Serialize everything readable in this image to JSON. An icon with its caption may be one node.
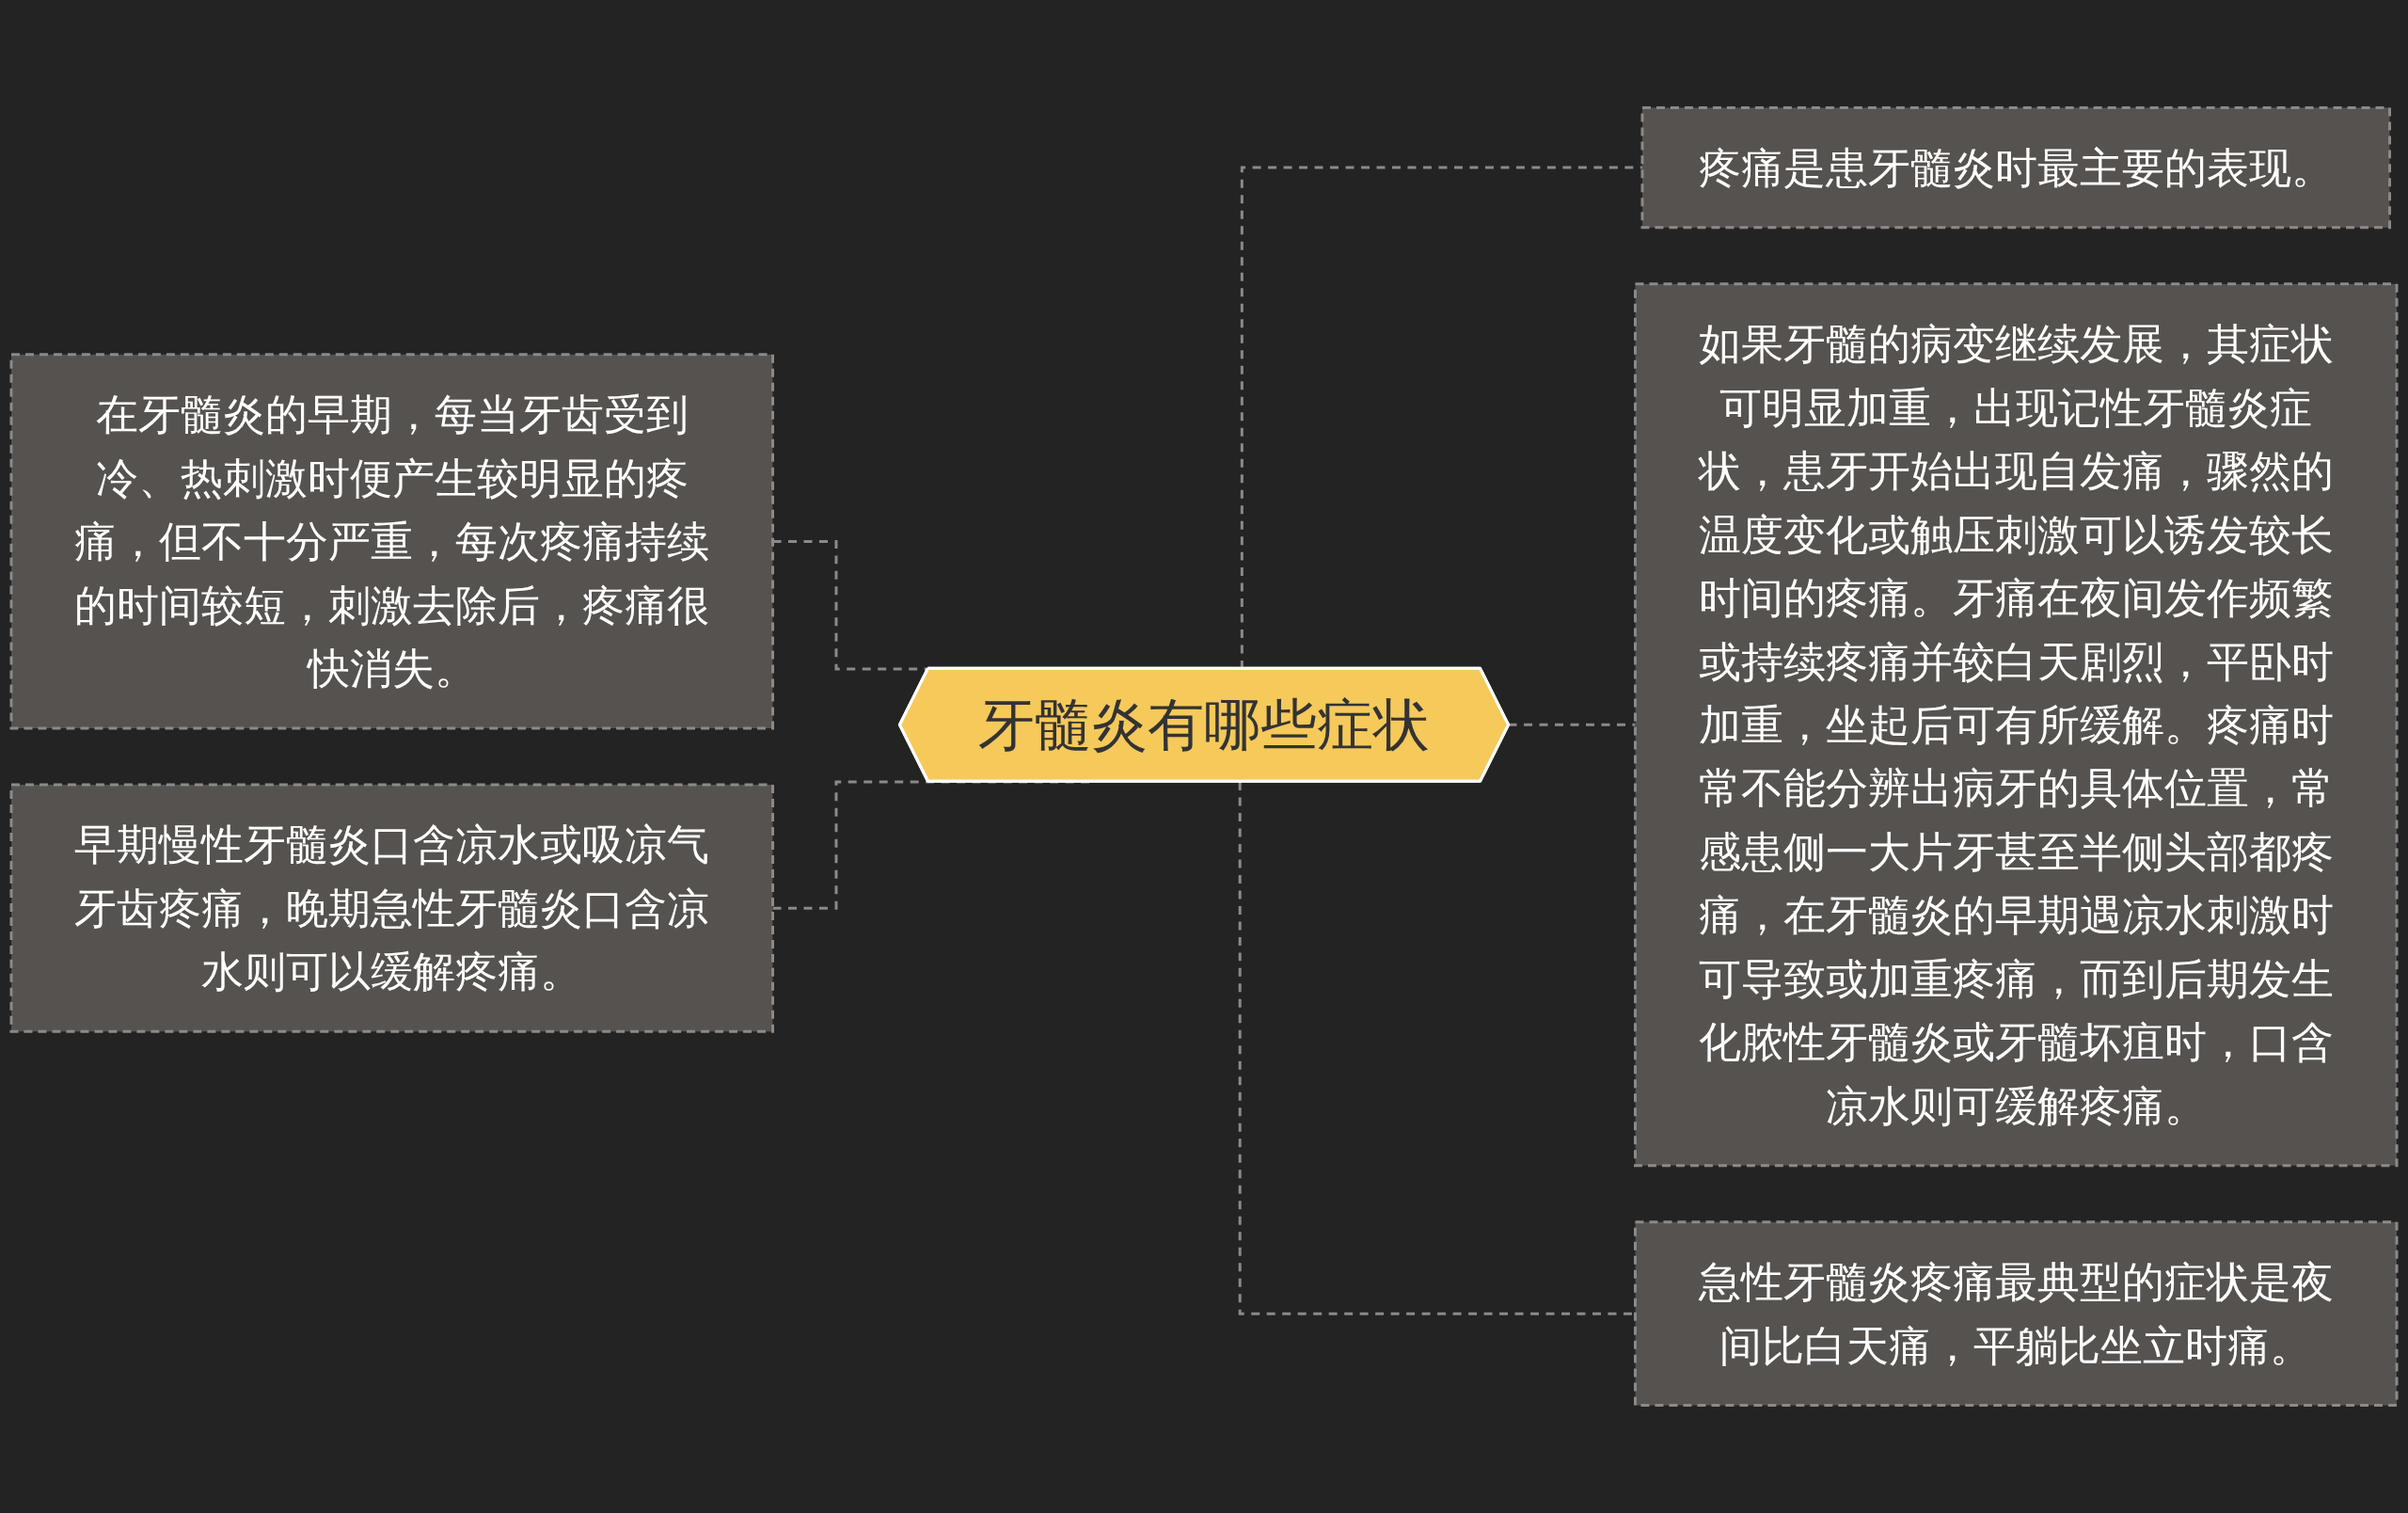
{
  "diagram": {
    "nodes": [
      {
        "text": [
          "牙髓炎有哪些症状"
        ]
      },
      {
        "text": [
          "在牙髓炎的早期，每当牙齿受到冷、热刺激时便产生较明显的疼痛，但不十分严重，每次疼痛持续的时间较短，刺激去除后，疼痛很快消失。"
        ]
      },
      {
        "text": [
          "早期慢性牙髓炎口含凉水或吸凉气牙齿疼痛，晚期急性牙髓炎口含凉水则可以缓解疼痛。"
        ]
      },
      {
        "text": [
          "疼痛是患牙髓炎时最主要的表现。"
        ]
      },
      {
        "text": [
          "如果牙髓的病变继续发展，其症状可明显加重，出现记性牙髓炎症状，患牙开始出现自发痛，骤然的温度变化或触压刺激可以诱发较长时间的疼痛。牙痛在夜间发作频繁或持续疼痛并较白天剧烈，平卧时加重，坐起后可有所缓解。疼痛时常不能分辨出病牙的具体位置，常感患侧一大片牙甚至半侧头部都疼痛，在牙髓炎的早期遇凉水刺激时可导致或加重疼痛，而到后期发生化脓性牙髓炎或牙髓坏疽时，口含凉水则可缓解疼痛。"
        ]
      },
      {
        "text": [
          "急性牙髓炎疼痛最典型的症状是夜间比白天痛，平躺比坐立时痛。"
        ]
      }
    ],
    "edges": [
      {
        "from": 0,
        "to": 1,
        "arrow": "none",
        "style": "dashed"
      },
      {
        "from": 0,
        "to": 2,
        "arrow": "none",
        "style": "dashed"
      },
      {
        "from": 0,
        "to": 3,
        "arrow": "none",
        "style": "dashed"
      },
      {
        "from": 0,
        "to": 4,
        "arrow": "none",
        "style": "dashed"
      },
      {
        "from": 0,
        "to": 5,
        "arrow": "none",
        "style": "dashed"
      }
    ]
  }
}
